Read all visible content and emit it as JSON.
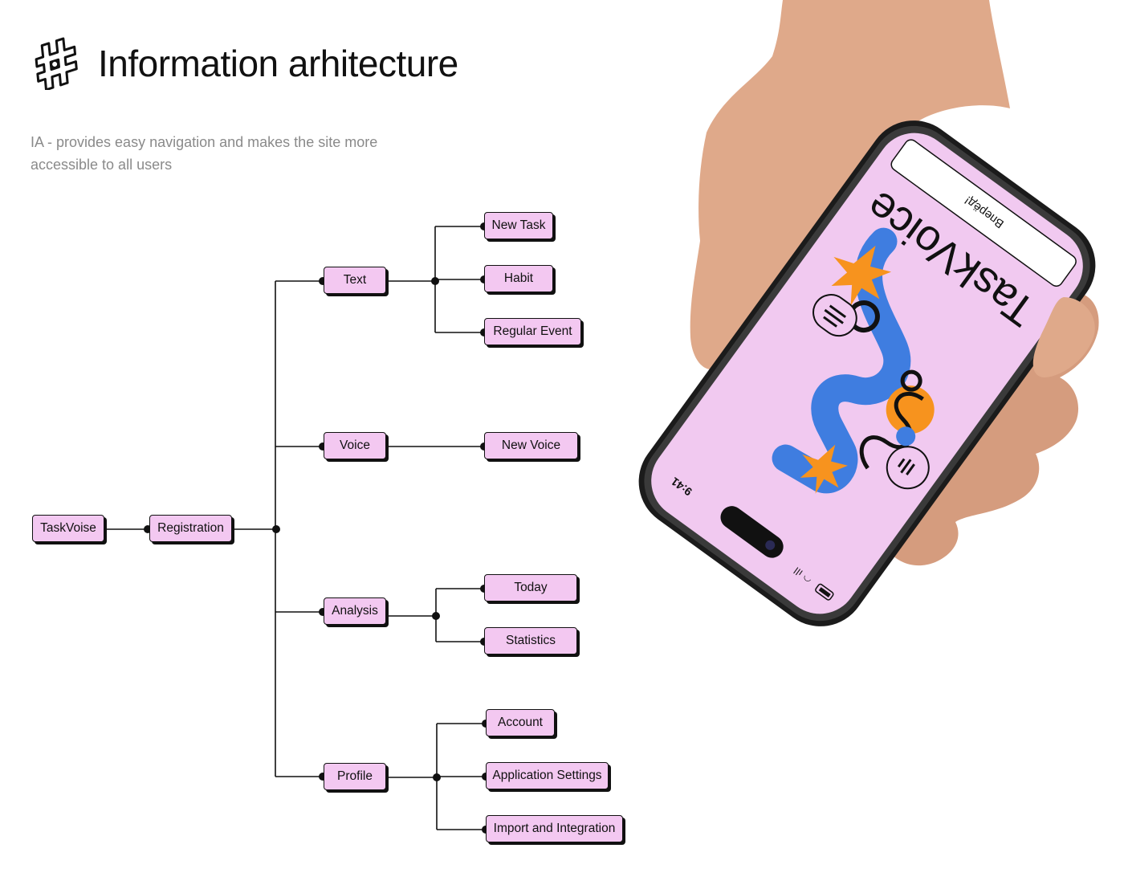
{
  "header": {
    "title": "Information arhitecture",
    "subtitle": "IA - provides easy navigation and makes the site more accessible to all users"
  },
  "tree": {
    "root": "TaskVoise",
    "level1": "Registration",
    "branches": [
      {
        "label": "Text",
        "children": [
          "New Task",
          "Habit",
          "Regular Event"
        ]
      },
      {
        "label": "Voice",
        "children": [
          "New Voice"
        ]
      },
      {
        "label": "Analysis",
        "children": [
          "Today",
          "Statistics"
        ]
      },
      {
        "label": "Profile",
        "children": [
          "Account",
          "Application Settings",
          "Import and Integration"
        ]
      }
    ]
  },
  "phone": {
    "app_name": "TaskVoice",
    "button_label": "Вперёд!",
    "time": "9:41"
  },
  "colors": {
    "node_fill": "#f3c8f1",
    "outline": "#111111",
    "screen": "#f1c9f0",
    "accent_blue": "#3f7de0",
    "accent_orange": "#f7931e"
  }
}
